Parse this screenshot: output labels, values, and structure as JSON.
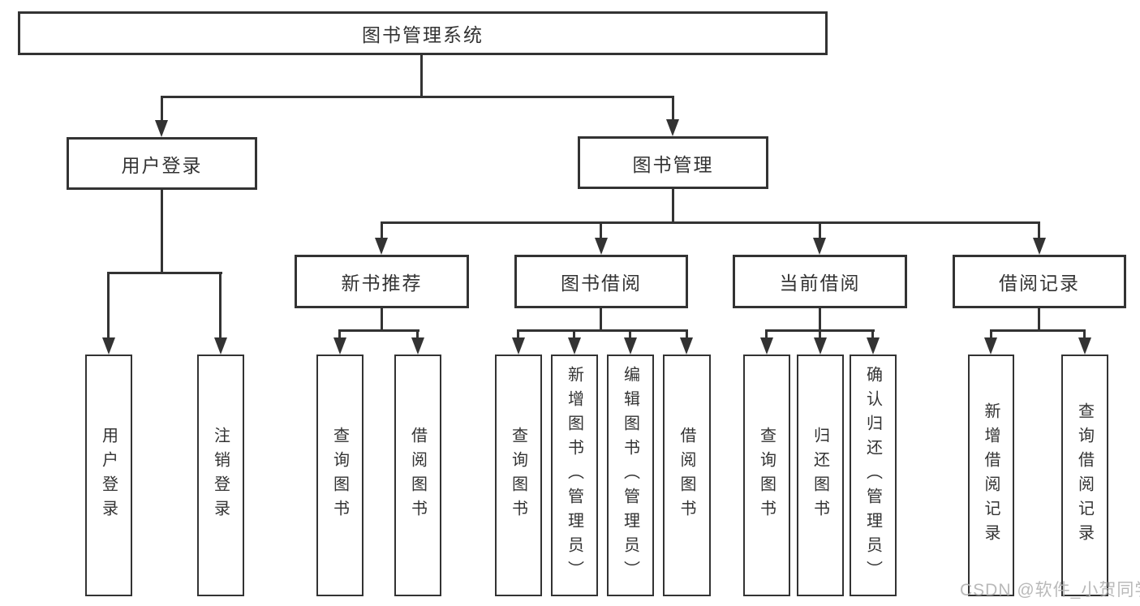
{
  "diagram_type": "hierarchy-tree",
  "colors": {
    "line": "#333333",
    "text": "#333333",
    "box_background": "#ffffff",
    "watermark": "#b2b2b2",
    "background": "#ffffff"
  },
  "watermark": {
    "text": "CSDN @软件_小贺同学"
  },
  "tree": {
    "root": {
      "label": "图书管理系统",
      "children": [
        {
          "label": "用户登录",
          "children": [
            {
              "label": "用户登录"
            },
            {
              "label": "注销登录"
            }
          ]
        },
        {
          "label": "图书管理",
          "children": [
            {
              "label": "新书推荐",
              "children": [
                {
                  "label": "查询图书"
                },
                {
                  "label": "借阅图书"
                }
              ]
            },
            {
              "label": "图书借阅",
              "children": [
                {
                  "label": "查询图书"
                },
                {
                  "label": "新增图书（管理员）"
                },
                {
                  "label": "编辑图书（管理员）"
                },
                {
                  "label": "借阅图书"
                }
              ]
            },
            {
              "label": "当前借阅",
              "children": [
                {
                  "label": "查询图书"
                },
                {
                  "label": "归还图书"
                },
                {
                  "label": "确认归还（管理员）"
                }
              ]
            },
            {
              "label": "借阅记录",
              "children": [
                {
                  "label": "新增借阅记录"
                },
                {
                  "label": "查询借阅记录"
                }
              ]
            }
          ]
        }
      ]
    }
  }
}
